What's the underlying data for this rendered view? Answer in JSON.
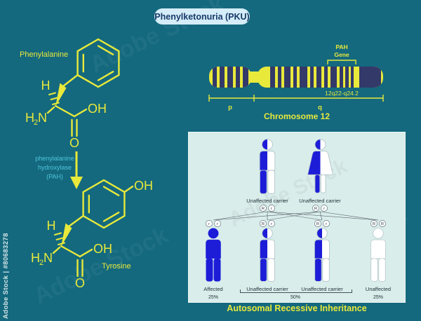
{
  "title": "Phenylketonuria (PKU)",
  "watermark": {
    "side": "Adobe Stock | #80683278",
    "diagonal": "Adobe Stock"
  },
  "molecules": {
    "phenylalanine": {
      "name": "Phenylalanine",
      "h": "H",
      "amine_h": "H",
      "amine_sub": "2",
      "amine_n": "N",
      "oh": "OH",
      "o": "O"
    },
    "tyrosine": {
      "name": "Tyrosine",
      "phenol_oh": "OH",
      "h": "H",
      "amine_h": "H",
      "amine_sub": "2",
      "amine_n": "N",
      "oh": "OH",
      "o": "O"
    },
    "enzyme": {
      "line1": "phenylalanine",
      "line2": "hydroxylase",
      "line3": "(PAH)"
    }
  },
  "chromosome": {
    "gene_line1": "PAH",
    "gene_line2": "Gene",
    "locus": "12q22-q24.2",
    "p": "p",
    "q": "q",
    "caption": "Chromosome 12"
  },
  "pedigree": {
    "father_label": "Unaffected carrier",
    "mother_label": "Unaffected carrier",
    "father_alleles": [
      "R",
      "r"
    ],
    "mother_alleles": [
      "R",
      "r"
    ],
    "children": [
      {
        "label": "Affected",
        "percent": "25%",
        "alleles": [
          "r",
          "r"
        ]
      },
      {
        "label": "Unaffected carrier",
        "alleles": [
          "R",
          "r"
        ]
      },
      {
        "label": "Unaffected carrier",
        "alleles": [
          "R",
          "r"
        ]
      },
      {
        "label": "Unaffected",
        "percent": "25%",
        "alleles": [
          "R",
          "R"
        ]
      }
    ],
    "carriers_percent": "50%",
    "caption": "Autosomal Recessive Inheritance"
  },
  "colors": {
    "background": "#14697e",
    "accent_yellow": "#e8e93b",
    "enzyme_cyan": "#4fc6da",
    "figure_blue": "#1d1dd8",
    "band_navy": "#333a69",
    "panel_bg": "#d9edeb",
    "title_bg": "#d5edf8",
    "title_text": "#173a69"
  }
}
